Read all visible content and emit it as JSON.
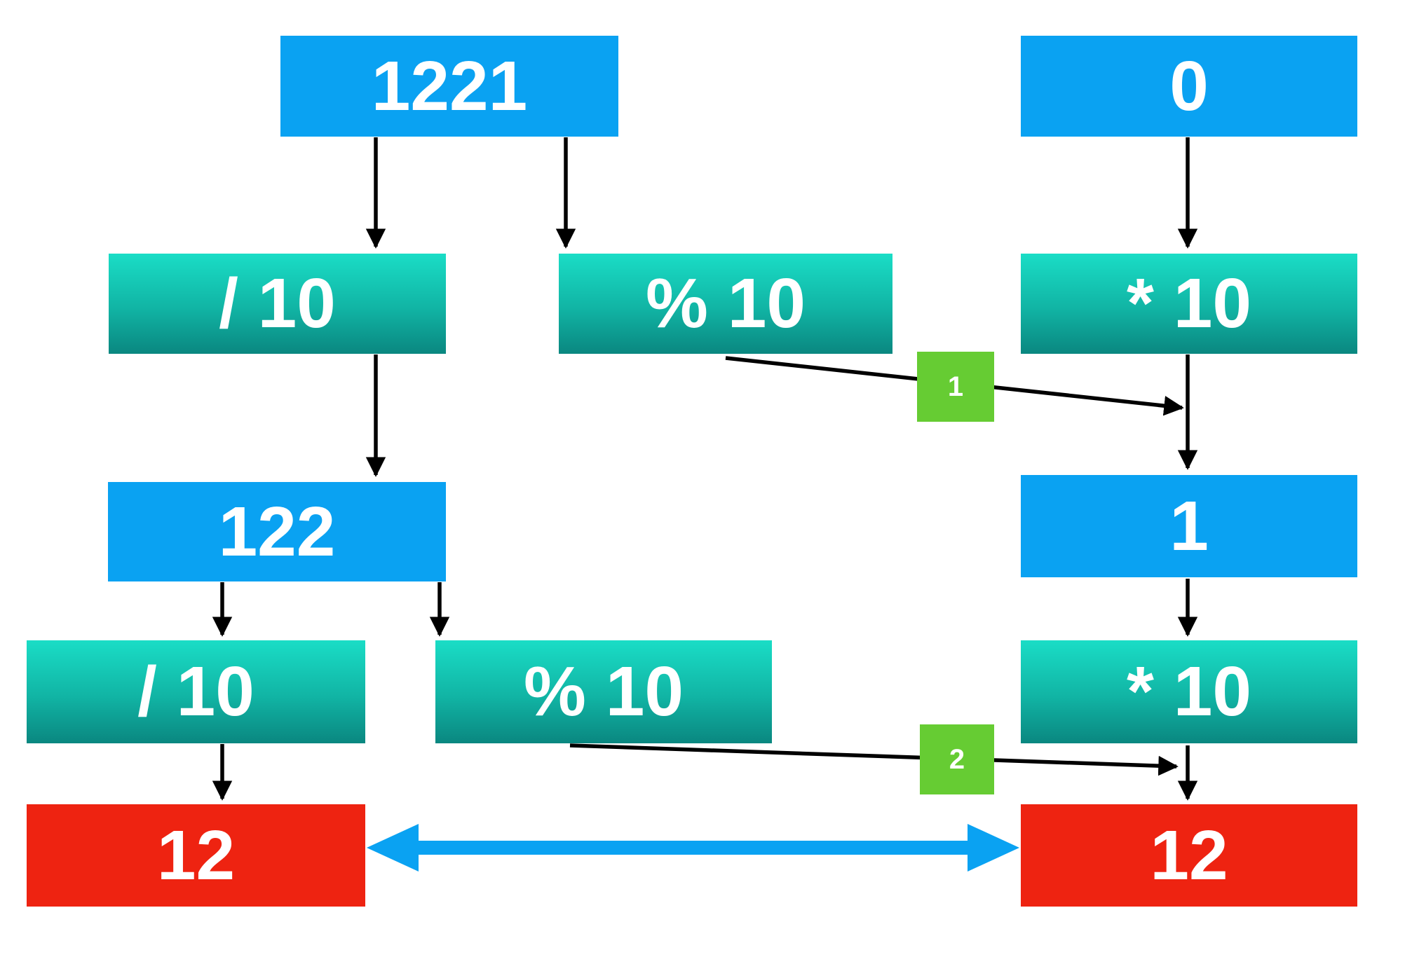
{
  "diagram": {
    "palette": {
      "value_box": "#0AA2F2",
      "op_box_gradient_top": "#1ADDC6",
      "op_box_gradient_bottom": "#0A8780",
      "result_box": "#EE2311",
      "step_badge": "#66CC33",
      "connector": "#000000",
      "equality_arrow": "#0AA2F2",
      "text": "#FFFFFF"
    },
    "left_flow": {
      "value_1221": {
        "label": "1221"
      },
      "op_div10_first": {
        "label": "/ 10"
      },
      "op_mod10_first": {
        "label": "% 10"
      },
      "value_122": {
        "label": "122"
      },
      "op_div10_second": {
        "label": "/ 10"
      },
      "op_mod10_second": {
        "label": "% 10"
      },
      "result_12": {
        "label": "12"
      }
    },
    "right_flow": {
      "value_0": {
        "label": "0"
      },
      "op_mul10_first": {
        "label": "* 10"
      },
      "value_1": {
        "label": "1"
      },
      "op_mul10_second": {
        "label": "* 10"
      },
      "result_12": {
        "label": "12"
      }
    },
    "step_badges": {
      "step_1": {
        "label": "1"
      },
      "step_2": {
        "label": "2"
      }
    }
  }
}
